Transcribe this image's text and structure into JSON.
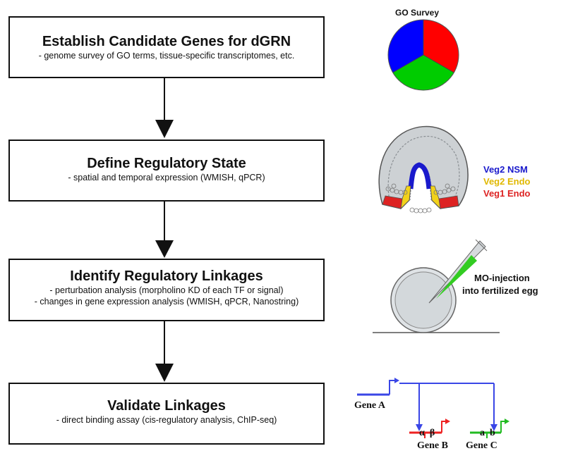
{
  "steps": [
    {
      "title": "Establish Candidate Genes for dGRN",
      "lines": [
        "- genome survey of GO terms, tissue-specific transcriptomes, etc."
      ]
    },
    {
      "title": "Define Regulatory State",
      "lines": [
        "- spatial and temporal expression (WMISH, qPCR)"
      ]
    },
    {
      "title": "Identify Regulatory Linkages",
      "lines": [
        "- perturbation analysis (morpholino KD of each TF or signal)",
        "- changes in gene expression analysis (WMISH, qPCR, Nanostring)"
      ]
    },
    {
      "title": "Validate Linkages",
      "lines": [
        "- direct binding assay (cis-regulatory analysis, ChIP-seq)"
      ]
    }
  ],
  "go_survey": {
    "title": "GO Survey",
    "colors": [
      "#ff0000",
      "#00cc00",
      "#0000ff"
    ]
  },
  "embryo_legend": [
    {
      "label": "Veg2 NSM",
      "color": "#1a1acc"
    },
    {
      "label": "Veg2 Endo",
      "color": "#f2d21a"
    },
    {
      "label": "Veg1 Endo",
      "color": "#dd2222"
    }
  ],
  "injection": {
    "line1": "MO-injection",
    "line2": "into fertilized egg"
  },
  "gene_network": {
    "gene_a": "Gene A",
    "gene_b": "Gene B",
    "gene_c": "Gene C",
    "sites_b": "α  β",
    "sites_c": "a  b",
    "colors": {
      "a": "#3a46e6",
      "b": "#ee2222",
      "c": "#22bb22"
    }
  }
}
